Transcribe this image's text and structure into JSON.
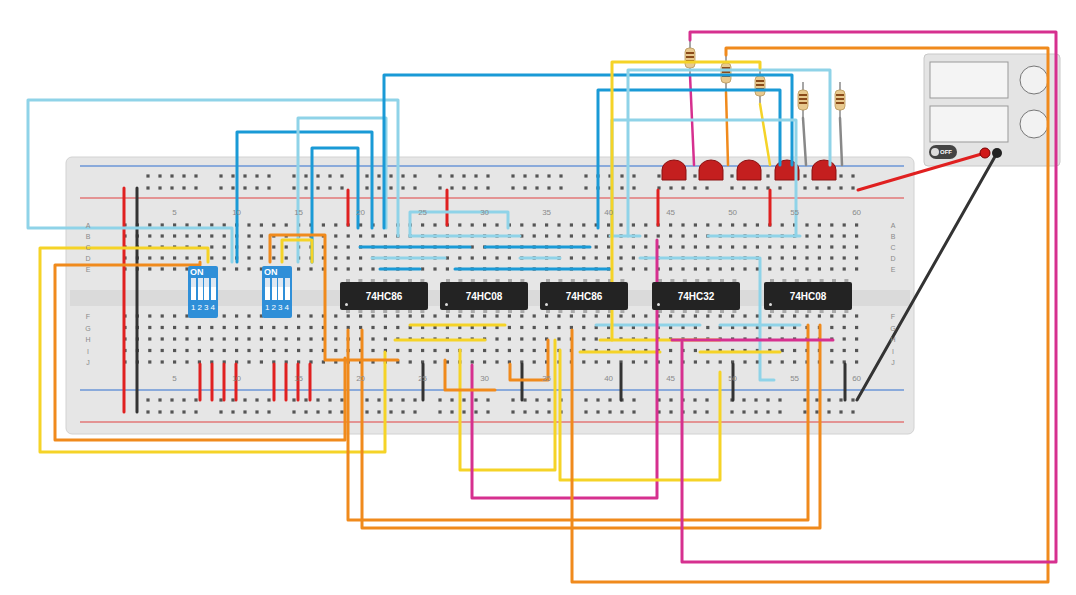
{
  "diagram": {
    "nodes": [
      {
        "text": [
          "ON",
          "1",
          "2",
          "3",
          "4"
        ]
      },
      {
        "text": [
          "ON",
          "1",
          "2",
          "3",
          "4"
        ]
      },
      {
        "text": [
          "74HC86"
        ]
      },
      {
        "text": [
          "74HC08"
        ]
      },
      {
        "text": [
          "74HC86"
        ]
      },
      {
        "text": [
          "74HC32"
        ]
      },
      {
        "text": [
          "74HC08"
        ]
      }
    ],
    "labels": [
      "5",
      "10",
      "15",
      "20",
      "25",
      "30",
      "35",
      "40",
      "45",
      "50",
      "55",
      "60",
      "5",
      "10",
      "15",
      "20",
      "25",
      "30",
      "35",
      "40",
      "45",
      "50",
      "55",
      "60",
      "A",
      "B",
      "C",
      "D",
      "E",
      "F",
      "G",
      "H",
      "I",
      "J",
      "A",
      "B",
      "C",
      "D",
      "E",
      "F",
      "G",
      "H",
      "I",
      "J",
      "OFF"
    ]
  }
}
